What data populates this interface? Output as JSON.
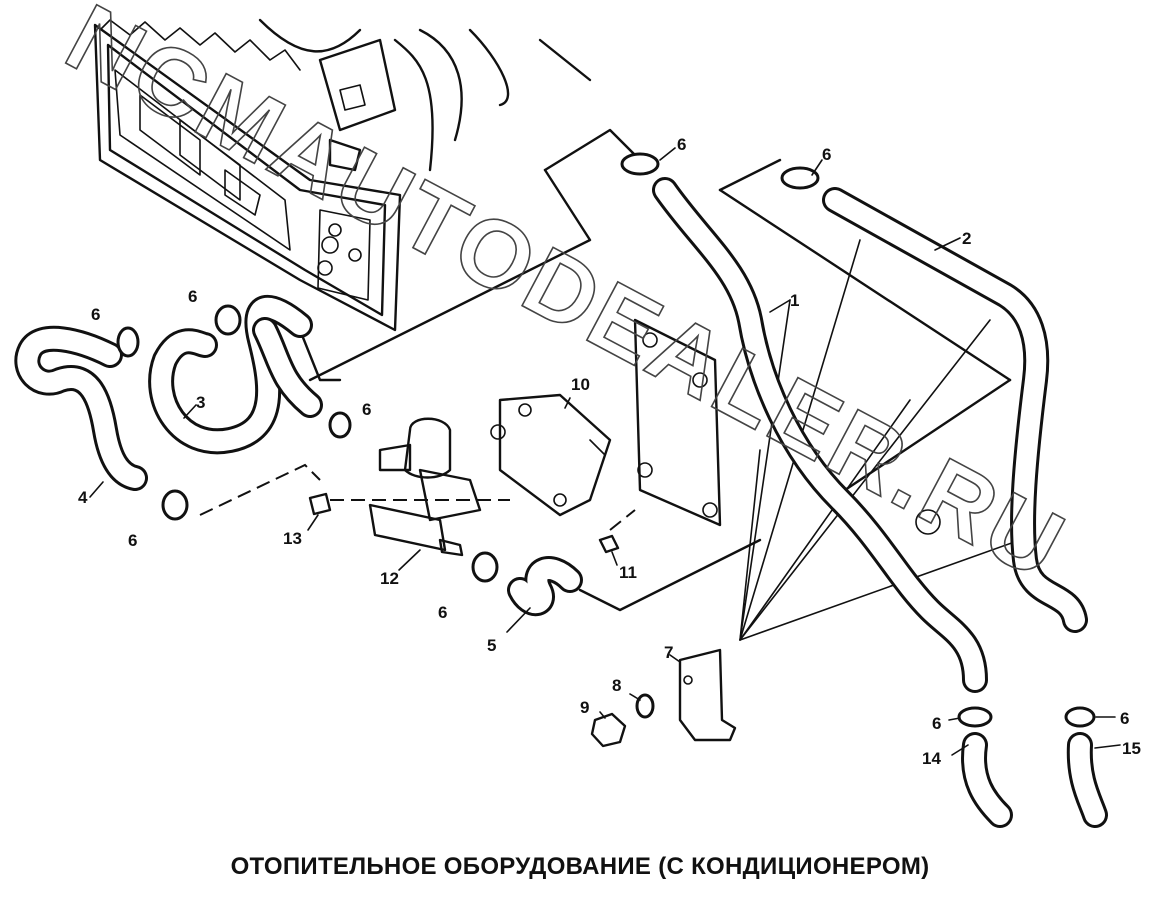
{
  "watermark": "NCMAUTODEALER.RU",
  "caption": "ОТОПИТЕЛЬНОЕ ОБОРУДОВАНИЕ (С КОНДИЦИОНЕРОМ)",
  "callouts": [
    "1",
    "2",
    "3",
    "4",
    "5",
    "6",
    "7",
    "8",
    "9",
    "10",
    "11",
    "12",
    "13",
    "14",
    "15"
  ],
  "colors": {
    "ink": "#111111",
    "paper": "#ffffff",
    "watermark": "#444444"
  }
}
